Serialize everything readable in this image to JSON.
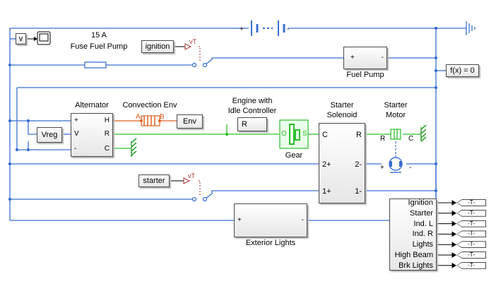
{
  "blocks": {
    "fuse": {
      "rating": "15 A",
      "name": "Fuse Fuel Pump"
    },
    "fuel_pump": {
      "name": "Fuel Pump",
      "plus": "+",
      "minus": "-"
    },
    "solver": {
      "label": "f(x) = 0"
    },
    "ignition_src": {
      "label": "ignition"
    },
    "starter_src": {
      "label": "starter"
    },
    "voltmeter": {
      "label": "v"
    },
    "vT1": {
      "label": "vT"
    },
    "vT2": {
      "label": "vT"
    },
    "alternator": {
      "name": "Alternator",
      "ports": {
        "plus": "+",
        "v": "V",
        "minus": "-",
        "h": "H",
        "r": "R",
        "c": "C"
      }
    },
    "convection": {
      "name": "Convection Env",
      "port_a": "A",
      "port_b": "B"
    },
    "env": {
      "label": "Env"
    },
    "vreg": {
      "label": "Vreg"
    },
    "engine": {
      "name_line1": "Engine with",
      "name_line2": "Idle Controller",
      "label": "R"
    },
    "gear": {
      "name": "Gear",
      "port_o": "O",
      "port_s": "S"
    },
    "solenoid": {
      "name_line1": "Starter",
      "name_line2": "Solenoid",
      "ports": {
        "c": "C",
        "r": "R",
        "p2plus": "2+",
        "p2minus": "2-",
        "p1plus": "1+",
        "p1minus": "1-"
      }
    },
    "motor": {
      "name_line1": "Starter",
      "name_line2": "Motor",
      "r": "R",
      "c": "C",
      "plus": "+",
      "minus": "-"
    },
    "lights": {
      "name": "Exterior Lights",
      "plus": "+",
      "minus": "-"
    },
    "battery": {
      "plus": "+",
      "minus": "-"
    }
  },
  "signals": [
    {
      "label": "Ignition",
      "tag": "-T-"
    },
    {
      "label": "Starter",
      "tag": "-T-"
    },
    {
      "label": "Ind. L",
      "tag": "-T-"
    },
    {
      "label": "Ind. R",
      "tag": "-T-"
    },
    {
      "label": "Lights",
      "tag": "-T-"
    },
    {
      "label": "High Beam",
      "tag": "-T-"
    },
    {
      "label": "Brk Lights",
      "tag": "-T-"
    }
  ],
  "colors": {
    "wire": "#3a6fd0",
    "thermal": "#e06020",
    "mech": "#2fbf2f",
    "ground_thermal": "#2fa02f",
    "signal": "#000000",
    "dashed": "#a03030"
  }
}
